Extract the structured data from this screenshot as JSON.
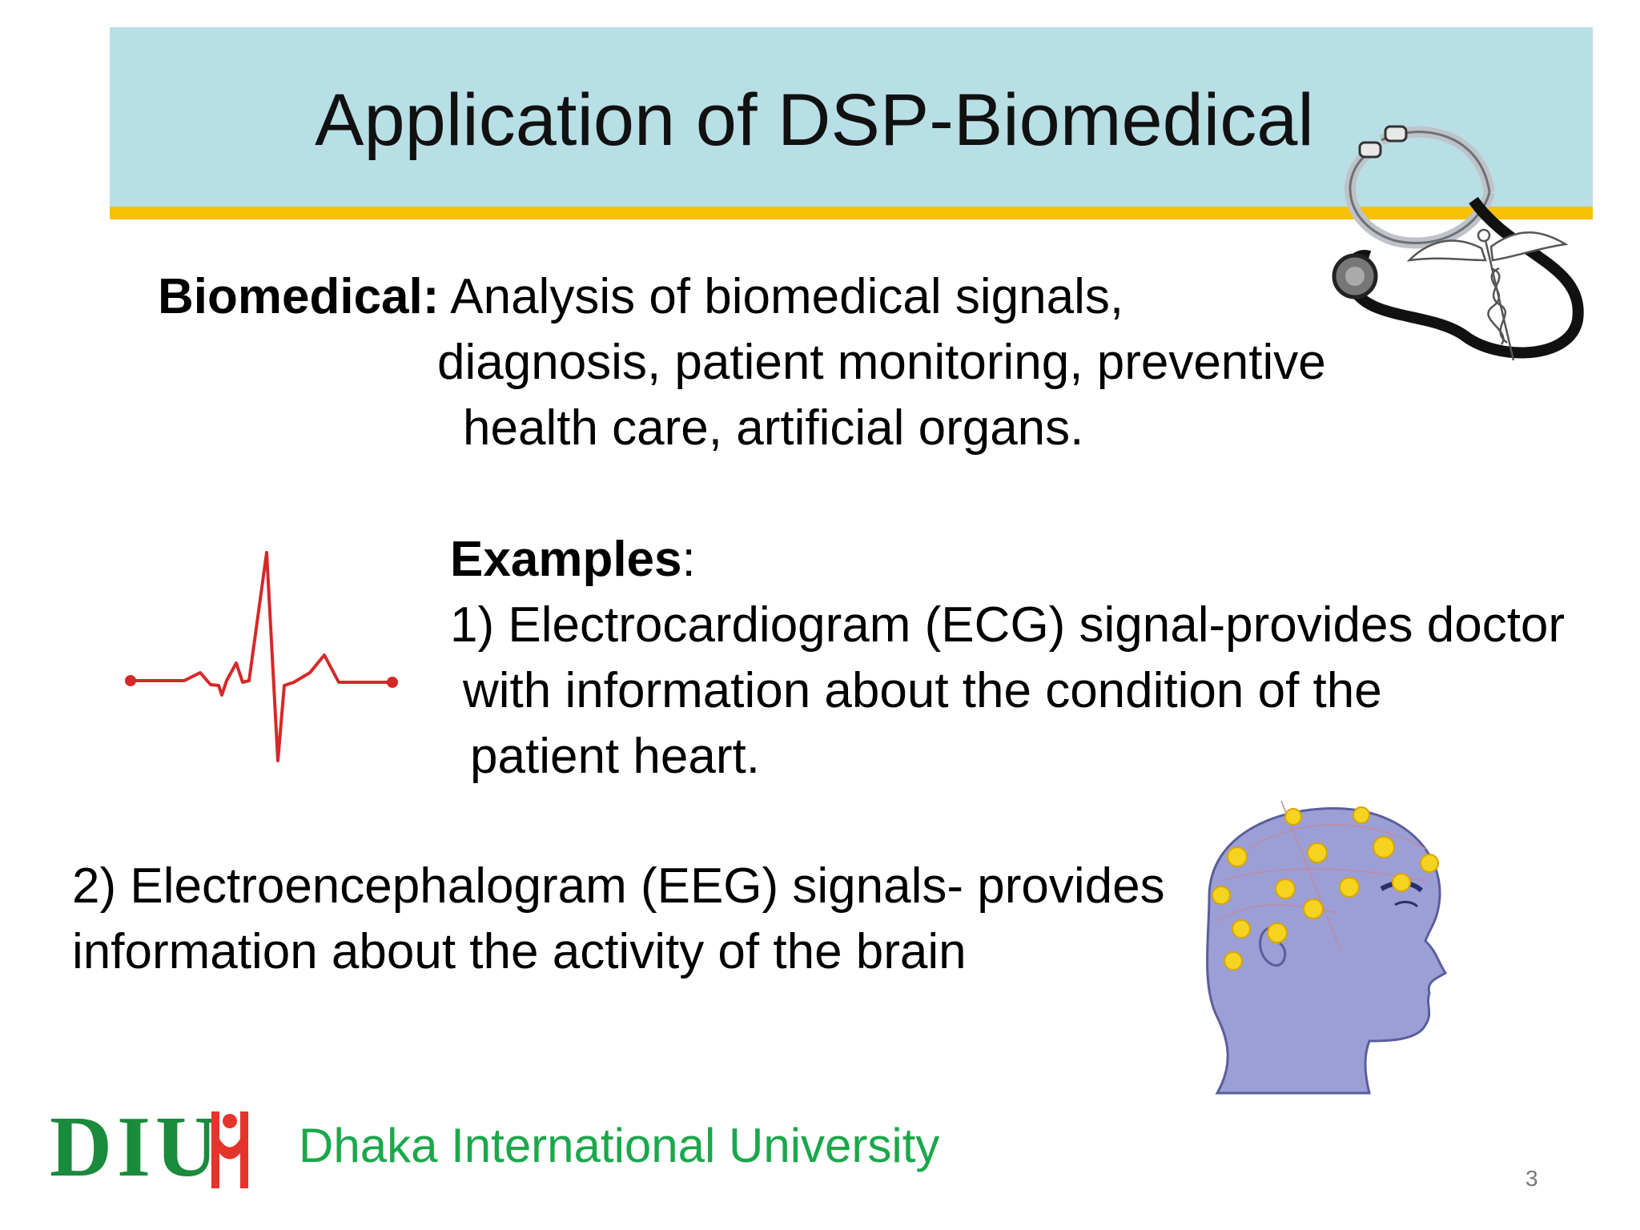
{
  "slide": {
    "title": "Application of DSP-Biomedical",
    "biomedical": {
      "label": "Biomedical:",
      "line1": "Analysis of biomedical signals,",
      "line2": "diagnosis, patient monitoring, preventive",
      "line3": "health care, artificial organs."
    },
    "examples": {
      "label": "Examples",
      "colon": ":",
      "ecg_line1": "1) Electrocardiogram (ECG) signal-provides doctor",
      "ecg_line2": "with information about the condition of the",
      "ecg_line3": "patient heart.",
      "eeg_line1": "2) Electroencephalogram (EEG) signals- provides",
      "eeg_line2": "information about the activity of the brain"
    },
    "footer": {
      "logo_text": "DIU",
      "university": "Dhaka International University",
      "page_number": "3"
    }
  },
  "colors": {
    "title_band": "#b8dfe6",
    "title_rule": "#f7c000",
    "footer_green": "#1aa84a",
    "ecg_red": "#d62828",
    "eeg_head": "#9b9fd6",
    "electrode": "#f5d321"
  },
  "icons": [
    "stethoscope-icon",
    "caduceus-icon",
    "ecg-waveform-icon",
    "eeg-head-icon",
    "diu-logo-icon"
  ]
}
